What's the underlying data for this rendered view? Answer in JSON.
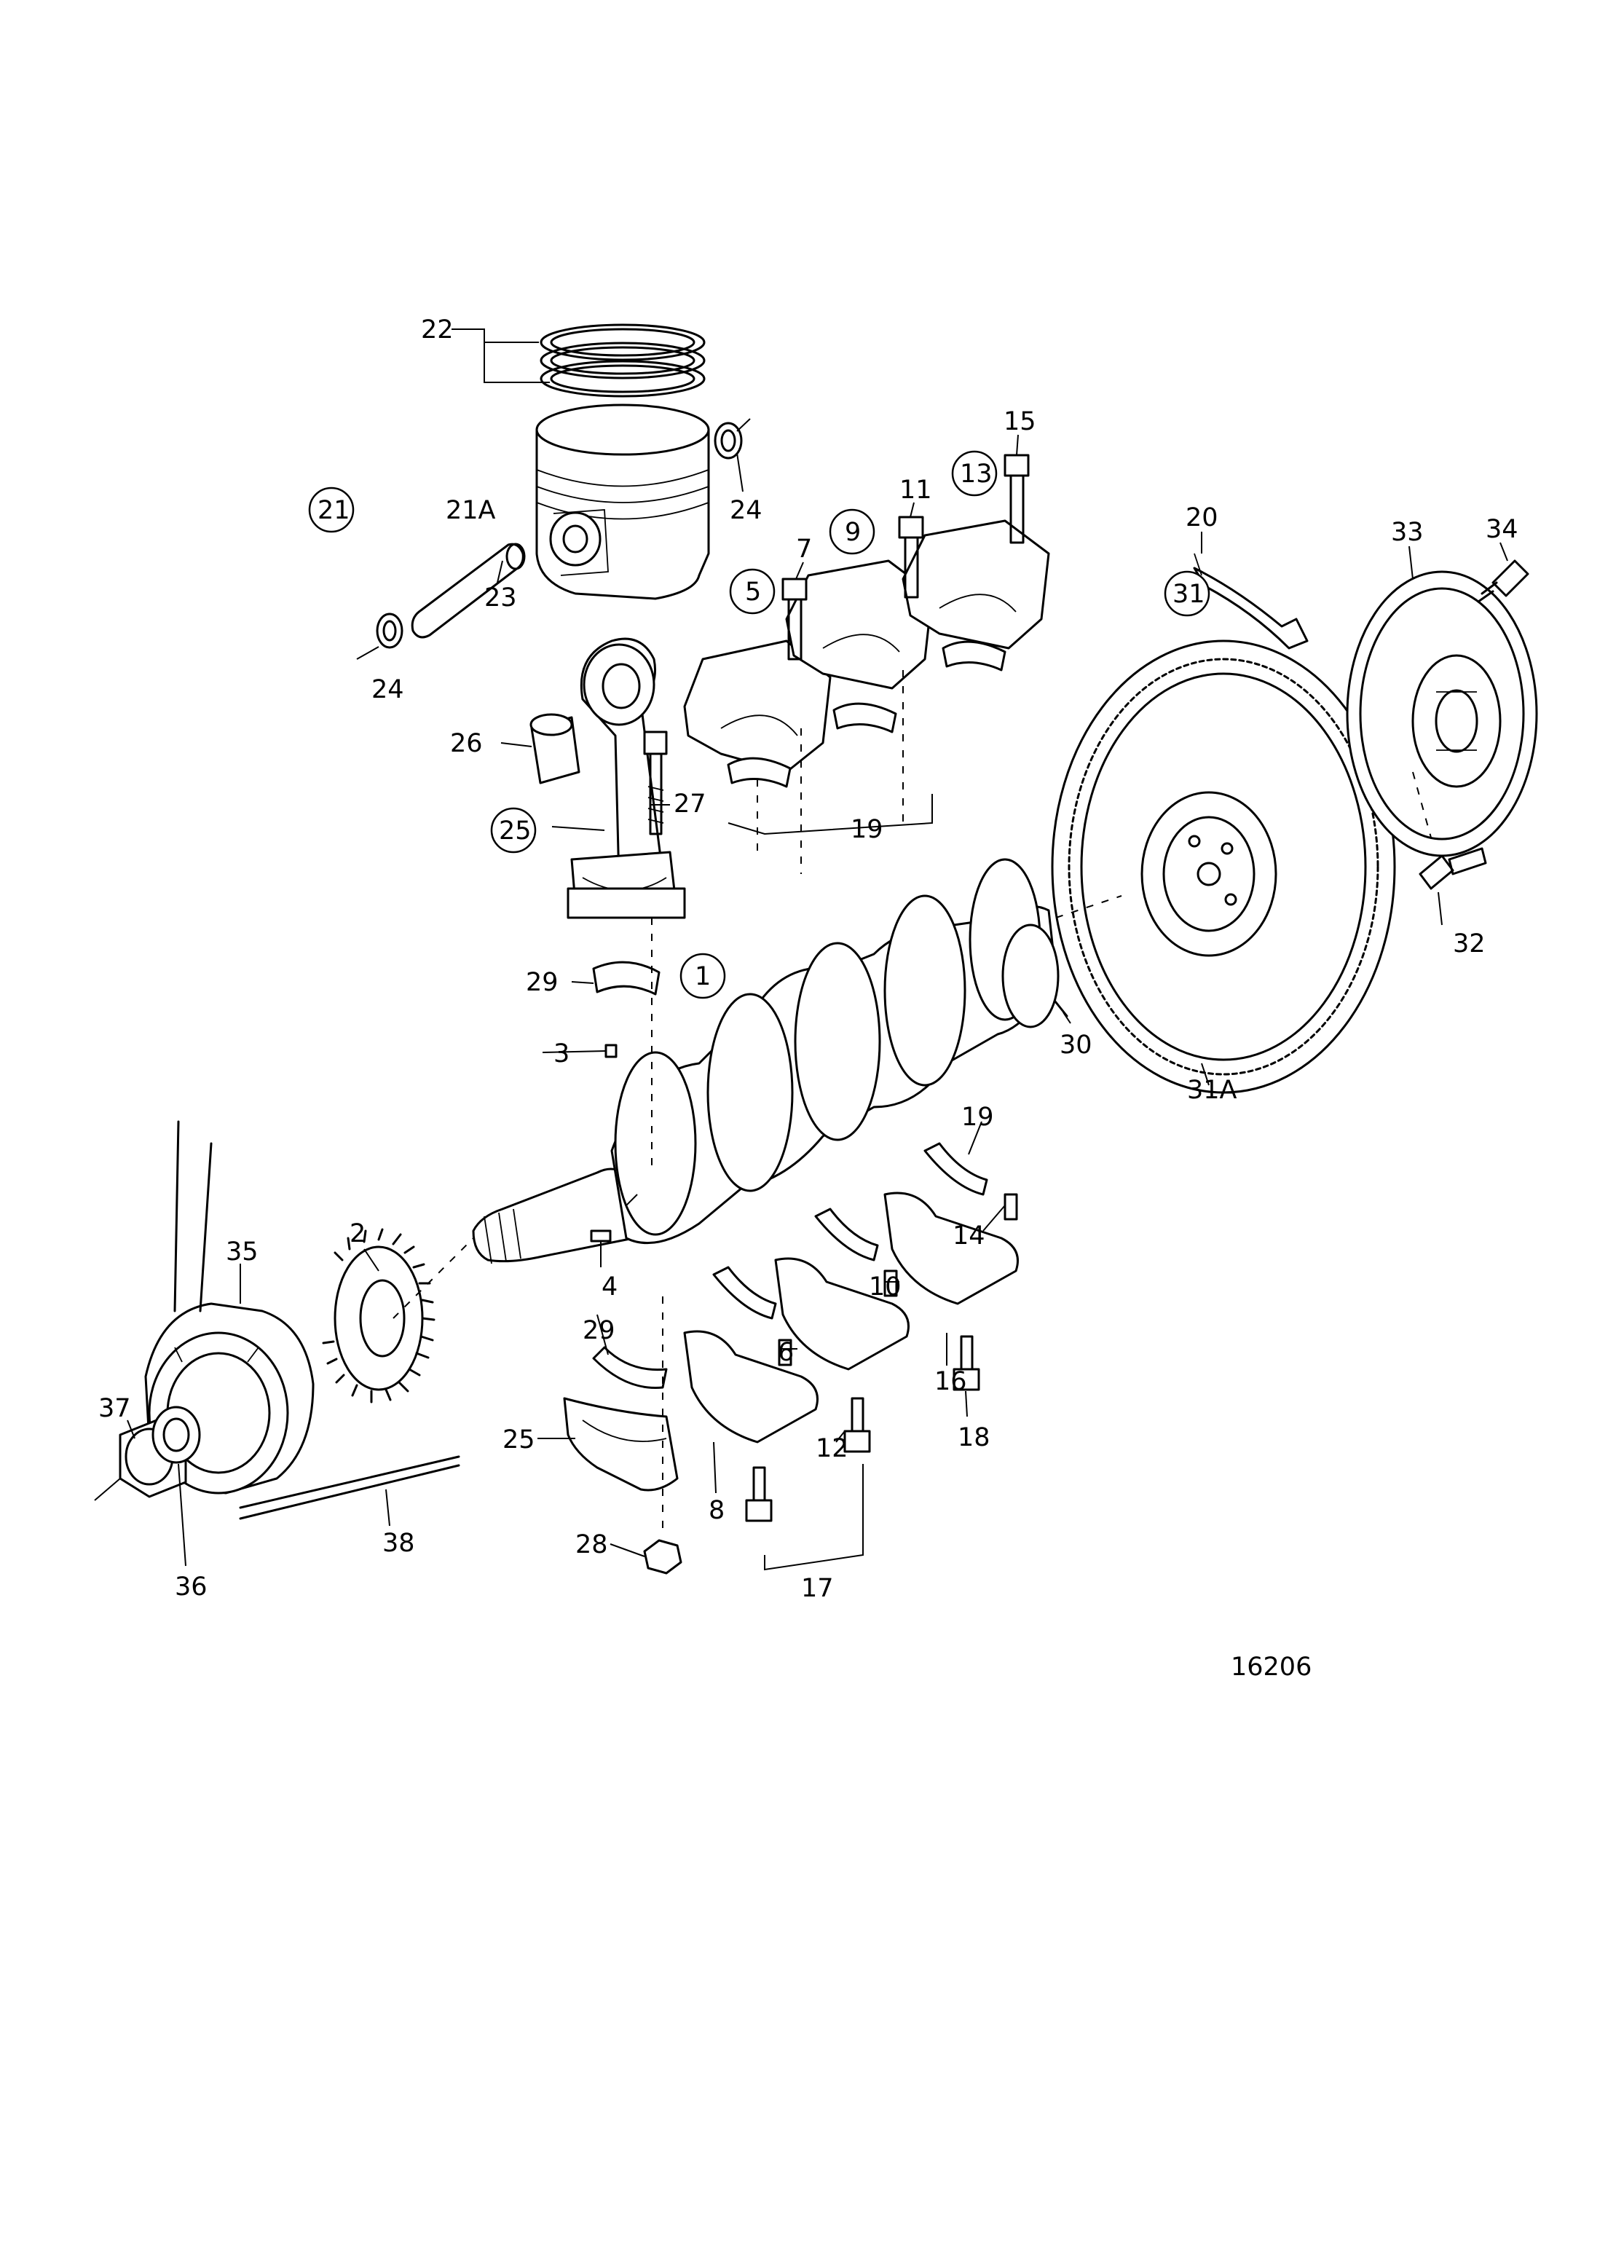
{
  "drawing_number": "16206",
  "labels": {
    "l1": "1",
    "l2": "2",
    "l3": "3",
    "l4": "4",
    "l5": "5",
    "l6": "6",
    "l7": "7",
    "l8": "8",
    "l9": "9",
    "l10": "10",
    "l11": "11",
    "l12": "12",
    "l13": "13",
    "l14": "14",
    "l15": "15",
    "l16": "16",
    "l17": "17",
    "l18": "18",
    "l19a": "19",
    "l19b": "19",
    "l20": "20",
    "l21": "21",
    "l21a": "21A",
    "l22": "22",
    "l23": "23",
    "l24a": "24",
    "l24b": "24",
    "l25a": "25",
    "l25b": "25",
    "l26": "26",
    "l27": "27",
    "l28": "28",
    "l29a": "29",
    "l29b": "29",
    "l30": "30",
    "l31": "31",
    "l31a": "31A",
    "l32": "32",
    "l33": "33",
    "l34": "34",
    "l35": "35",
    "l36": "36",
    "l37": "37",
    "l38": "38"
  }
}
